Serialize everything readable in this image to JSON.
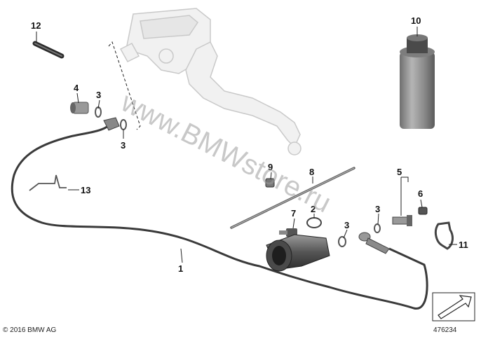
{
  "watermark": "www.BMWstore.ru",
  "copyright": "© 2016 BMW AG",
  "diagram_id": "476234",
  "callouts": [
    {
      "id": "c12",
      "label": "12"
    },
    {
      "id": "c10",
      "label": "10"
    },
    {
      "id": "c4",
      "label": "4"
    },
    {
      "id": "c3a",
      "label": "3"
    },
    {
      "id": "c3b",
      "label": "3"
    },
    {
      "id": "c9",
      "label": "9"
    },
    {
      "id": "c8",
      "label": "8"
    },
    {
      "id": "c5",
      "label": "5"
    },
    {
      "id": "c6",
      "label": "6"
    },
    {
      "id": "c13",
      "label": "13"
    },
    {
      "id": "c7",
      "label": "7"
    },
    {
      "id": "c2",
      "label": "2"
    },
    {
      "id": "c3c",
      "label": "3"
    },
    {
      "id": "c3d",
      "label": "3"
    },
    {
      "id": "c11",
      "label": "11"
    },
    {
      "id": "c1",
      "label": "1"
    }
  ]
}
